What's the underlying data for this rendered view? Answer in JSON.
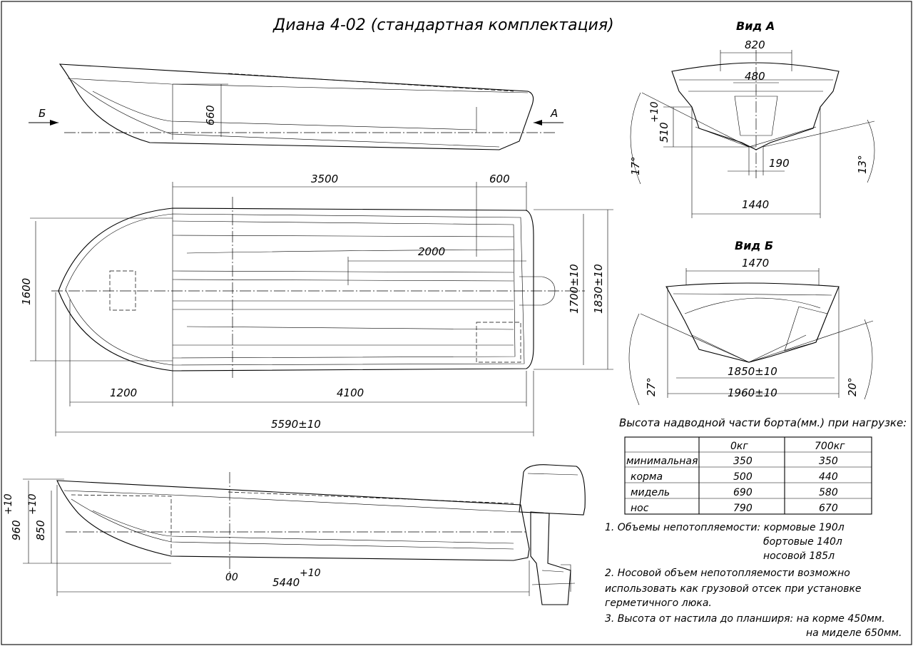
{
  "title": "Диана 4-02 (стандартная комплектация)",
  "views": {
    "view_a": "Вид А",
    "view_b": "Вид Б",
    "arrow_a": "А",
    "arrow_b": "Б"
  },
  "dimensions": {
    "d660": "660",
    "d3500": "3500",
    "d600": "600",
    "d2000": "2000",
    "d1600": "1600",
    "d1700": "1700±10",
    "d1830": "1830±10",
    "d1200": "1200",
    "d4100": "4100",
    "d5590": "5590±10",
    "d960": "960",
    "d960_tol": "+10",
    "d850": "850",
    "d850_tol": "+10",
    "d5440": "5440",
    "d5440_tol": "+10",
    "d00": "00",
    "va_820": "820",
    "va_480": "480",
    "va_510": "510",
    "va_510_tol": "+10",
    "va_190": "190",
    "va_1440": "1440",
    "va_17": "17°",
    "va_13": "13°",
    "vb_1470": "1470",
    "vb_1850": "1850±10",
    "vb_1960": "1960±10",
    "vb_27": "27°",
    "vb_20": "20°"
  },
  "table": {
    "caption": "Высота надводной части борта(мм.) при нагрузке:",
    "headers": [
      "",
      "0кг",
      "700кг"
    ],
    "rows": [
      {
        "label": "минимальная",
        "v0": "350",
        "v700": "350"
      },
      {
        "label": "корма",
        "v0": "500",
        "v700": "440"
      },
      {
        "label": "мидель",
        "v0": "690",
        "v700": "580"
      },
      {
        "label": "нос",
        "v0": "790",
        "v700": "670"
      }
    ]
  },
  "notes": {
    "n1a": "1. Объемы непотопляемости: кормовые 190л",
    "n1b": "бортовые 140л",
    "n1c": "носовой  185л",
    "n2a": "2. Носовой    объем    непотопляемости    возможно",
    "n2b": "использовать  как  грузовой  отсек  при  установке",
    "n2c": "герметичного люка.",
    "n3a": "3. Высота от настила до планширя: на корме   450мм.",
    "n3b": "на миделе  650мм."
  }
}
